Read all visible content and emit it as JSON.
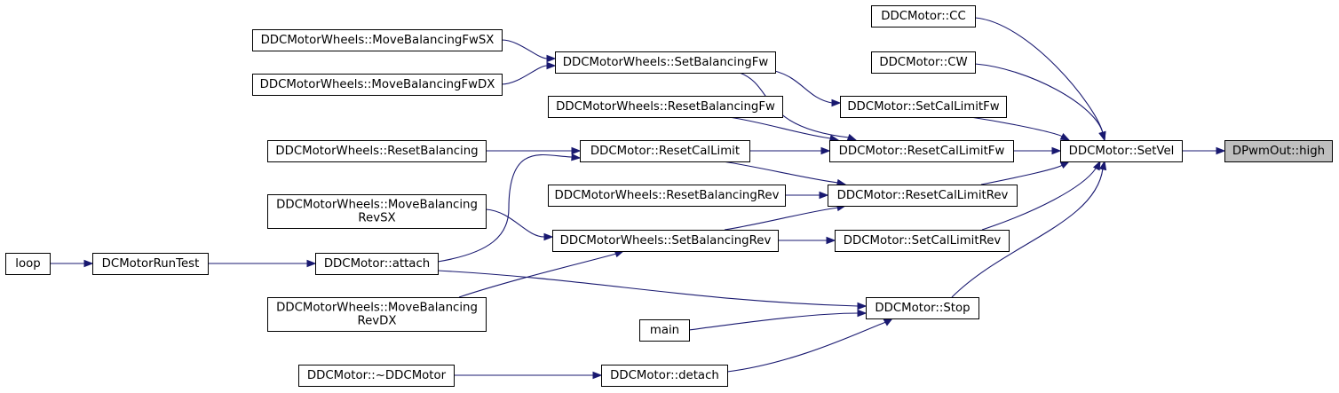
{
  "colors": {
    "edge": "#191970",
    "node_border": "#000000",
    "focus_fill": "#bfbfbf",
    "background": "#ffffff"
  },
  "nodes": [
    {
      "id": "cc",
      "lines": [
        "DDCMotor::CC"
      ]
    },
    {
      "id": "cw",
      "lines": [
        "DDCMotor::CW"
      ]
    },
    {
      "id": "mbfwsx",
      "lines": [
        "DDCMotorWheels::MoveBalancingFwSX"
      ]
    },
    {
      "id": "sbfw",
      "lines": [
        "DDCMotorWheels::SetBalancingFw"
      ]
    },
    {
      "id": "mbfwdx",
      "lines": [
        "DDCMotorWheels::MoveBalancingFwDX"
      ]
    },
    {
      "id": "rbfw",
      "lines": [
        "DDCMotorWheels::ResetBalancingFw"
      ]
    },
    {
      "id": "sclfw",
      "lines": [
        "DDCMotor::SetCalLimitFw"
      ]
    },
    {
      "id": "rb",
      "lines": [
        "DDCMotorWheels::ResetBalancing"
      ]
    },
    {
      "id": "rcl",
      "lines": [
        "DDCMotor::ResetCalLimit"
      ]
    },
    {
      "id": "rclfw",
      "lines": [
        "DDCMotor::ResetCalLimitFw"
      ]
    },
    {
      "id": "setvel",
      "lines": [
        "DDCMotor::SetVel"
      ]
    },
    {
      "id": "high",
      "lines": [
        "DPwmOut::high"
      ],
      "focus": true
    },
    {
      "id": "rbrev",
      "lines": [
        "DDCMotorWheels::ResetBalancingRev"
      ]
    },
    {
      "id": "rclrev",
      "lines": [
        "DDCMotor::ResetCalLimitRev"
      ]
    },
    {
      "id": "mbrevsx",
      "lines": [
        "DDCMotorWheels::MoveBalancing",
        "RevSX"
      ]
    },
    {
      "id": "sbrev",
      "lines": [
        "DDCMotorWheels::SetBalancingRev"
      ]
    },
    {
      "id": "sclrev",
      "lines": [
        "DDCMotor::SetCalLimitRev"
      ]
    },
    {
      "id": "loop",
      "lines": [
        "loop"
      ]
    },
    {
      "id": "dcrt",
      "lines": [
        "DCMotorRunTest"
      ]
    },
    {
      "id": "attach",
      "lines": [
        "DDCMotor::attach"
      ]
    },
    {
      "id": "mbrevdx",
      "lines": [
        "DDCMotorWheels::MoveBalancing",
        "RevDX"
      ]
    },
    {
      "id": "stop",
      "lines": [
        "DDCMotor::Stop"
      ]
    },
    {
      "id": "main",
      "lines": [
        "main"
      ]
    },
    {
      "id": "dtor",
      "lines": [
        "DDCMotor::~DDCMotor"
      ]
    },
    {
      "id": "detach",
      "lines": [
        "DDCMotor::detach"
      ]
    }
  ],
  "edges": [
    [
      "setvel",
      "high"
    ],
    [
      "cc",
      "setvel"
    ],
    [
      "cw",
      "setvel"
    ],
    [
      "sclfw",
      "setvel"
    ],
    [
      "rclfw",
      "setvel"
    ],
    [
      "rclrev",
      "setvel"
    ],
    [
      "sclrev",
      "setvel"
    ],
    [
      "stop",
      "setvel"
    ],
    [
      "mbfwsx",
      "sbfw"
    ],
    [
      "mbfwdx",
      "sbfw"
    ],
    [
      "sbfw",
      "sclfw"
    ],
    [
      "sbfw",
      "rclfw"
    ],
    [
      "rbfw",
      "rclfw"
    ],
    [
      "rcl",
      "rclfw"
    ],
    [
      "rb",
      "rcl"
    ],
    [
      "attach",
      "rcl"
    ],
    [
      "rcl",
      "rclrev"
    ],
    [
      "rbrev",
      "rclrev"
    ],
    [
      "sbrev",
      "rclrev"
    ],
    [
      "mbrevsx",
      "sbrev"
    ],
    [
      "mbrevdx",
      "sbrev"
    ],
    [
      "sbrev",
      "sclrev"
    ],
    [
      "loop",
      "dcrt"
    ],
    [
      "dcrt",
      "attach"
    ],
    [
      "attach",
      "stop"
    ],
    [
      "main",
      "stop"
    ],
    [
      "detach",
      "stop"
    ],
    [
      "dtor",
      "detach"
    ]
  ]
}
